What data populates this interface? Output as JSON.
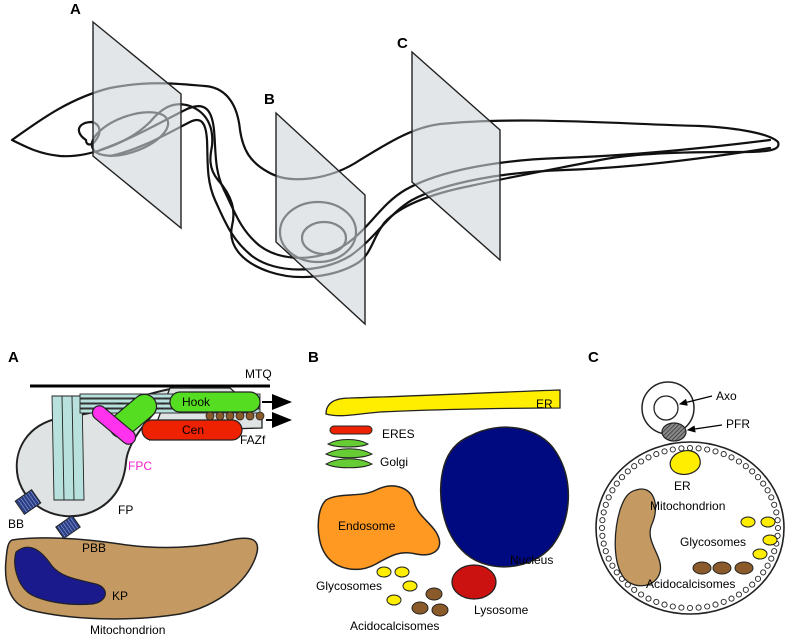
{
  "overview": {
    "plane_labels": [
      "A",
      "B",
      "C"
    ]
  },
  "panel_a": {
    "label": "A",
    "mtq": "MTQ",
    "hook": "Hook",
    "cen": "Cen",
    "fazf": "FAZf",
    "fpc": "FPC",
    "fp": "FP",
    "bb": "BB",
    "pbb": "PBB",
    "kp": "KP",
    "mitochondrion": "Mitochondrion"
  },
  "panel_b": {
    "label": "B",
    "er": "ER",
    "eres": "ERES",
    "golgi": "Golgi",
    "endosome": "Endosome",
    "nucleus": "Nucleus",
    "glycosomes": "Glycosomes",
    "lysosome": "Lysosome",
    "acidocalcisomes": "Acidocalcisomes"
  },
  "panel_c": {
    "label": "C",
    "axo": "Axo",
    "pfr": "PFR",
    "er": "ER",
    "mitochondrion": "Mitochondrion",
    "glycosomes": "Glycosomes",
    "acidocalcisomes": "Acidocalcisomes"
  },
  "colors": {
    "hook": "#55dd22",
    "cen": "#ee2200",
    "fpc": "#ff33ee",
    "fpc_text": "#ee22cc",
    "er": "#ffee00",
    "golgi": "#66cc33",
    "endosome": "#ff9922",
    "nucleus": "#000a80",
    "lysosome": "#cc1111",
    "mitochondrion": "#c49a62",
    "kp": "#1a1a8c",
    "acidocalcisome": "#8b5a2b",
    "glycosome": "#ffee00",
    "basal_body": "#2a3f88",
    "flagellar_pocket": "#dfe3e4",
    "microtubule": "#b8e0dc"
  }
}
